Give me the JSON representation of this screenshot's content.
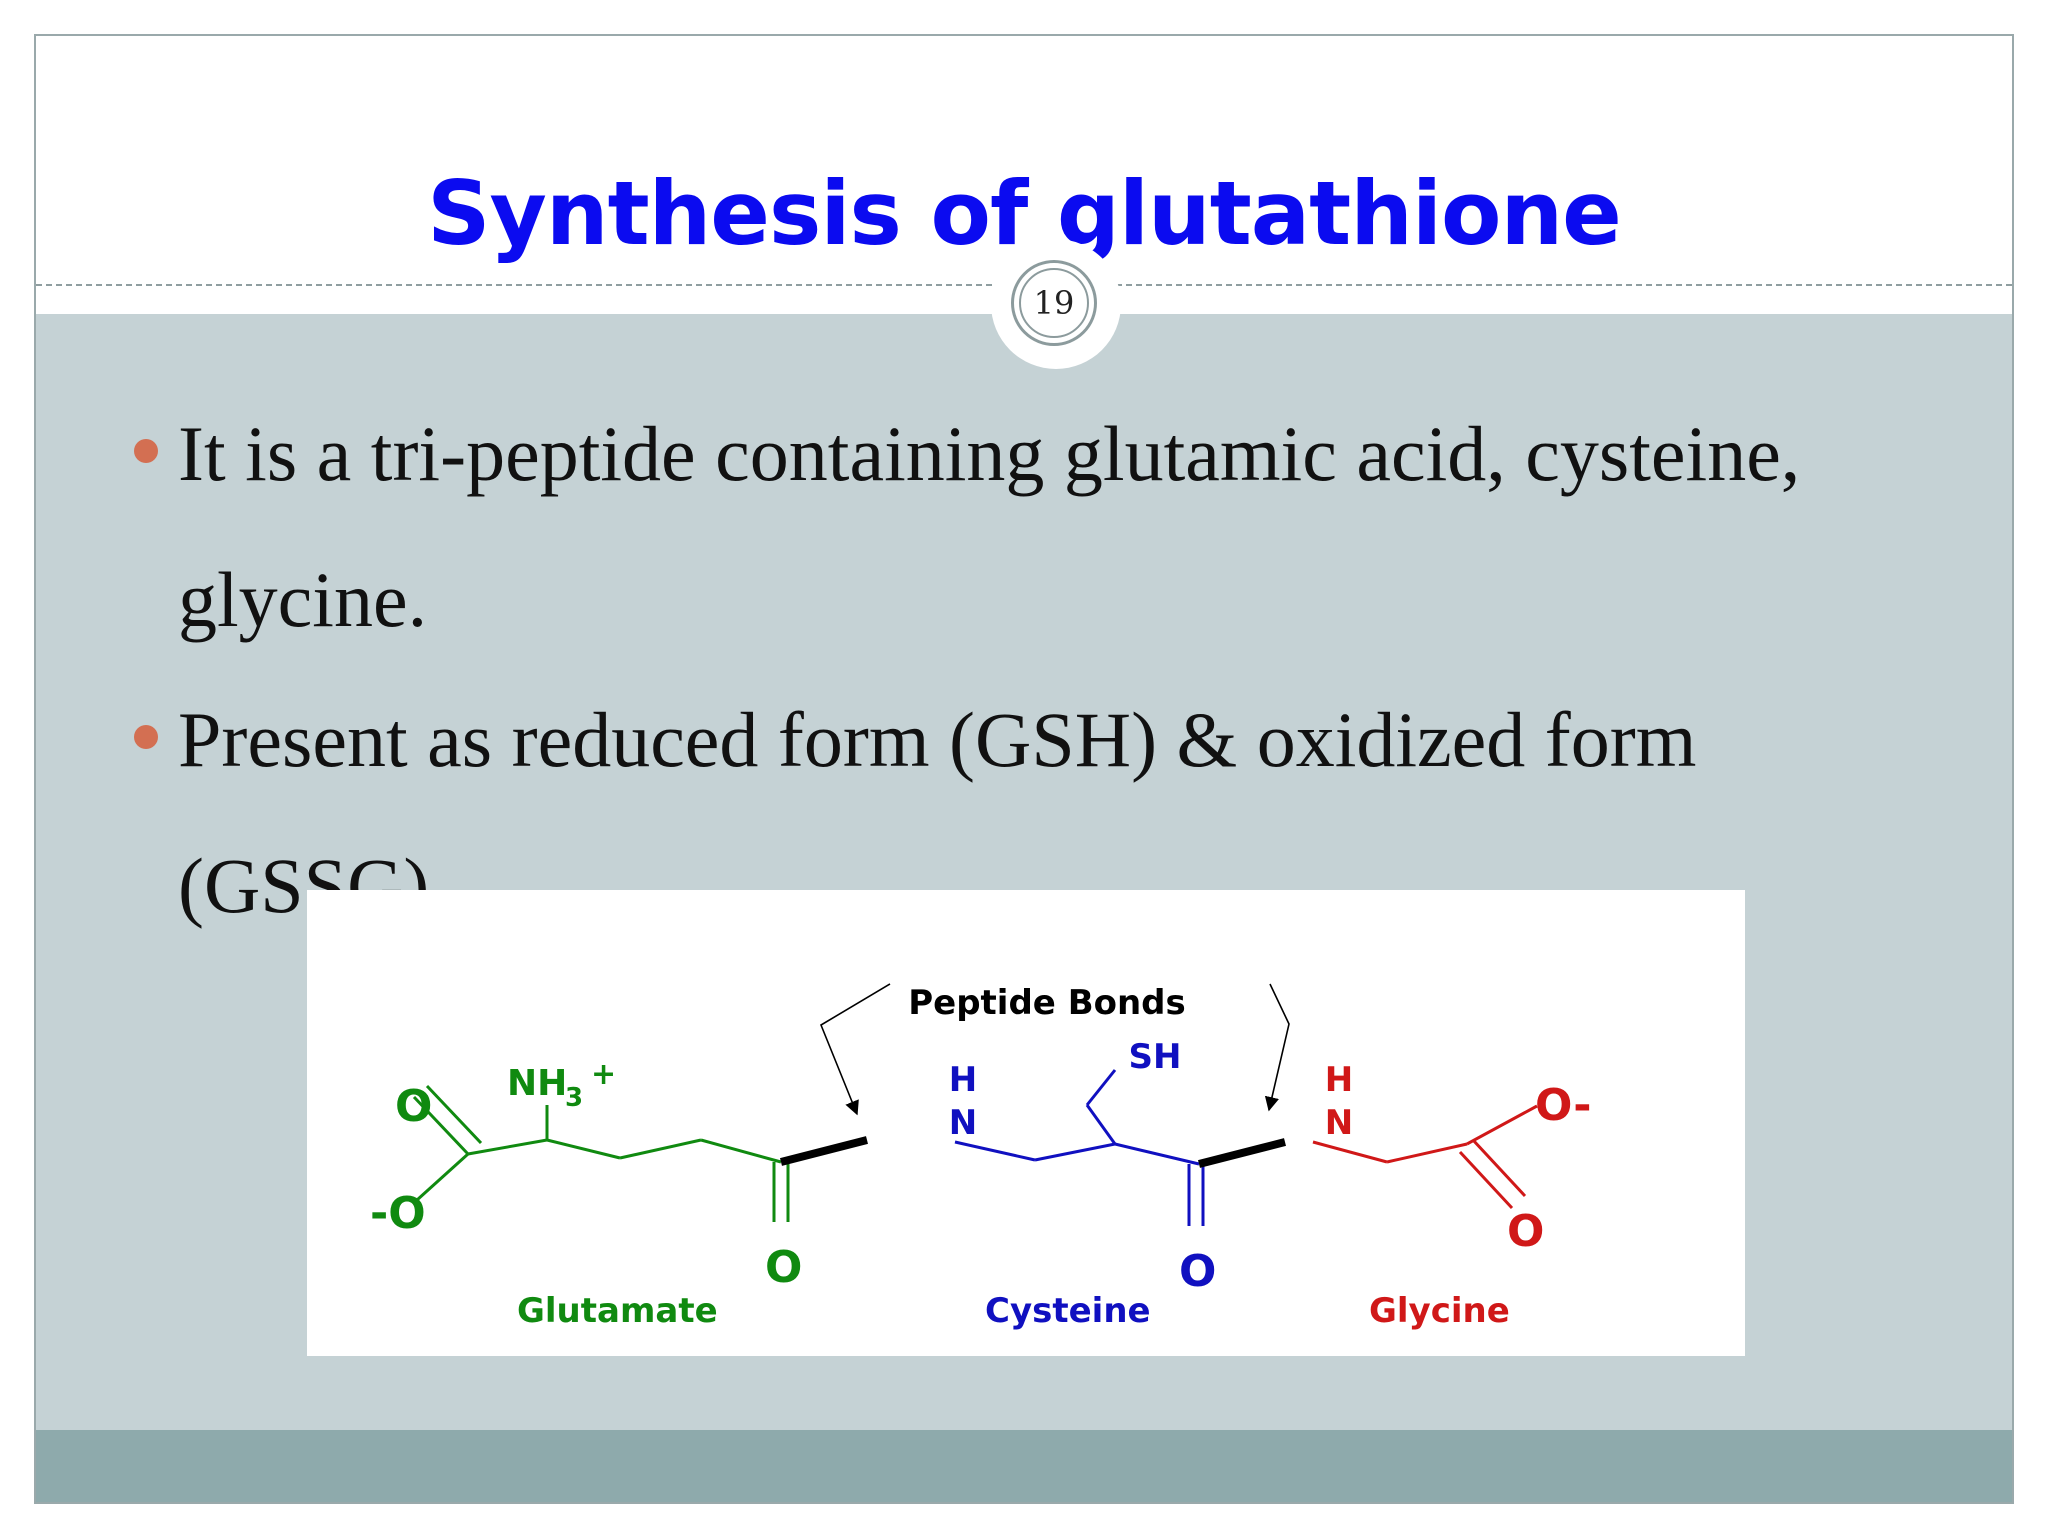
{
  "slide": {
    "title": "Synthesis of glutathione",
    "page_number": "19",
    "bullets": [
      "It is a tri-peptide containing glutamic acid, cysteine, glycine.",
      "Present as reduced form (GSH) & oxidized form (GSSG)."
    ]
  },
  "figure": {
    "peptide_bonds_label": "Peptide Bonds",
    "glutamate_label": "Glutamate",
    "cysteine_label": "Cysteine",
    "glycine_label": "Glycine",
    "atoms": {
      "o": "O",
      "o_minus_left": "-O",
      "o_minus_right": "O-",
      "nh3": "NH",
      "nh3_sub": "3",
      "nh3_charge": "+",
      "h": "H",
      "n": "N",
      "sh": "SH"
    },
    "colors": {
      "glutamate": "#108a10",
      "cysteine": "#1010c0",
      "glycine": "#d01818",
      "bond": "#000000"
    }
  }
}
